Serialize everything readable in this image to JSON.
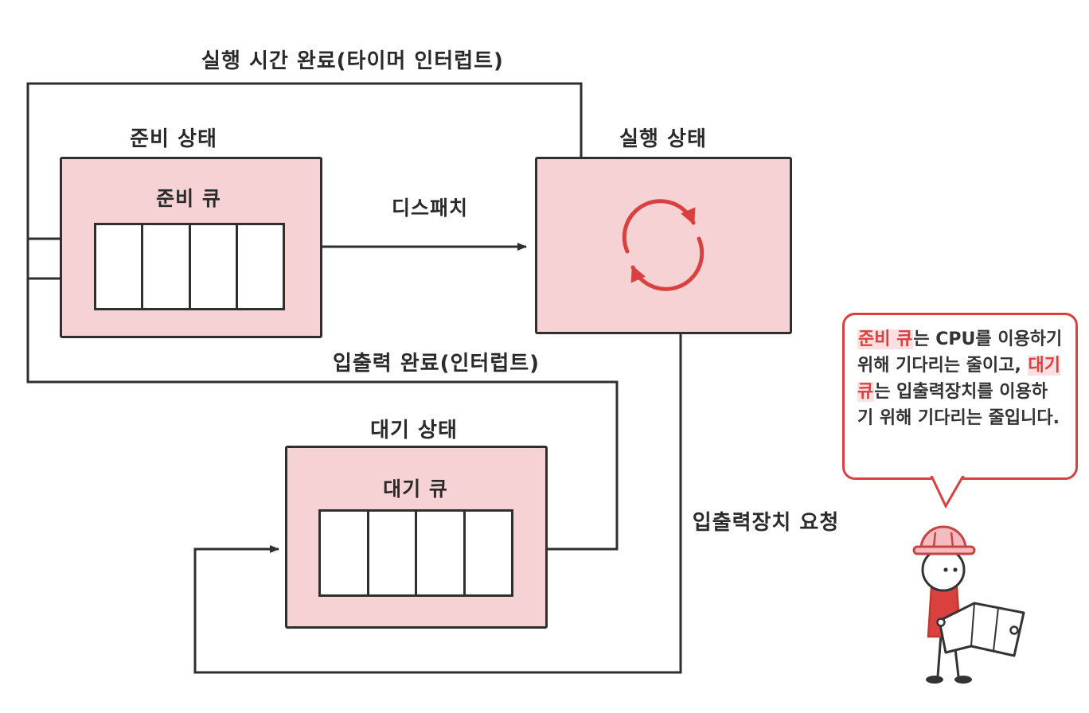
{
  "diagram": {
    "labels": {
      "timer_interrupt": "실행 시간 완료(타이머 인터럽트)",
      "ready_state": "준비 상태",
      "ready_queue": "준비 큐",
      "dispatch": "디스패치",
      "running_state": "실행 상태",
      "io_complete": "입출력 완료(인터럽트)",
      "waiting_state": "대기 상태",
      "waiting_queue": "대기 큐",
      "io_request": "입출력장치 요청"
    },
    "colors": {
      "box_fill": "#f6d2d5",
      "line": "#2f2f2f",
      "accent_red": "#d9403e"
    },
    "icons": {
      "cycle": "circular-arrows-icon",
      "character": "worker-reading-map"
    }
  },
  "bubble": {
    "segments": [
      {
        "text": "준비 큐",
        "highlight": true
      },
      {
        "text": "는 CPU를 이용하기 위해 기다리는 줄이고, ",
        "highlight": false
      },
      {
        "text": "대기 큐",
        "highlight": true
      },
      {
        "text": "는 입출력장치를 이용하기 위해 기다리는 줄입니다.",
        "highlight": false
      }
    ]
  }
}
